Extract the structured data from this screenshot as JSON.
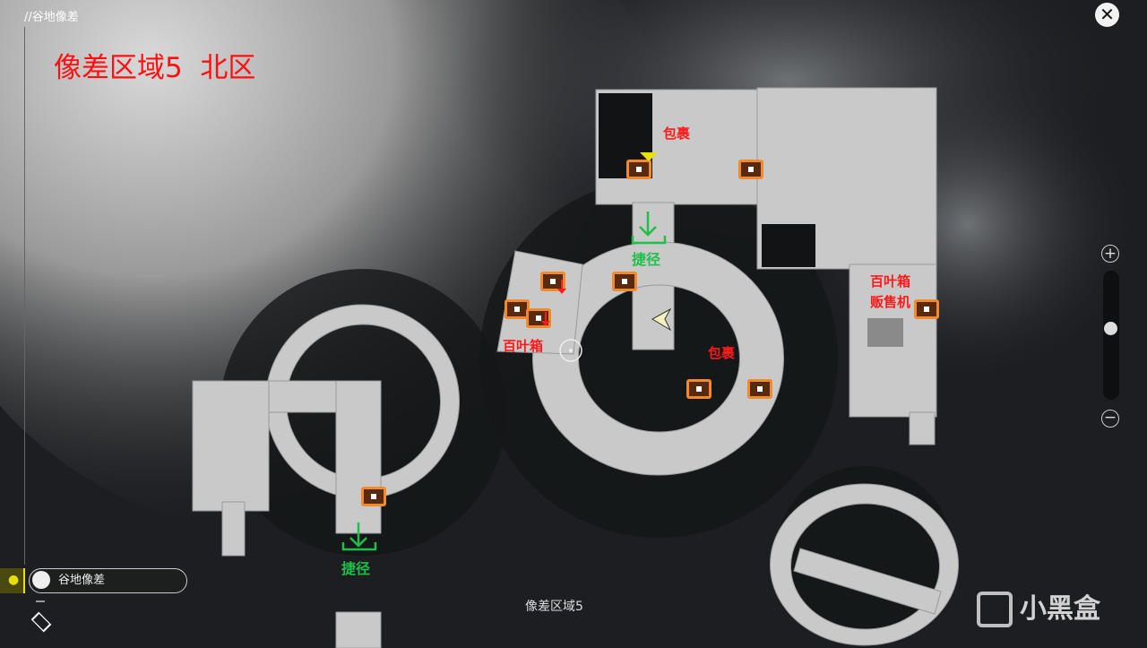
{
  "header": {
    "breadcrumb": "//谷地像差",
    "area_title": "像差区域5  北区"
  },
  "labels": {
    "package_1": "包裹",
    "package_2": "包裹",
    "shortcut_1": "捷径",
    "shortcut_2": "捷径",
    "shutter_box_1": "百叶箱",
    "shutter_box_2": "百叶箱",
    "vending_machine": "贩售机",
    "region_name": "像差区域5"
  },
  "location_panel": {
    "name": "谷地像差"
  },
  "zoom": {
    "in": "+",
    "out": "−",
    "level": 0.45
  },
  "watermark": "小黑盒",
  "colors": {
    "marker_red": "#ff1a1a",
    "shortcut_green": "#1fbf4a",
    "pin_yellow": "#e8e000"
  }
}
